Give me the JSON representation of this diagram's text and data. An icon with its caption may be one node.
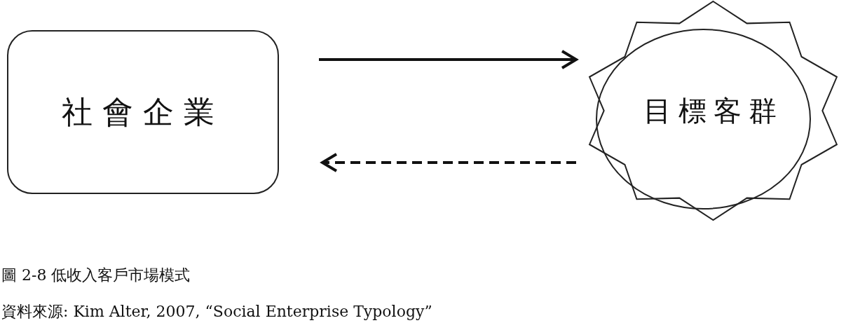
{
  "diagram": {
    "caption": "圖 2-8 低收入客戶市場模式",
    "nodes": [
      {
        "text": [
          "社會企業"
        ]
      },
      {
        "text": [
          "目標客群"
        ]
      }
    ],
    "edges": [
      {
        "from": 0,
        "to": 1,
        "arrow": "to"
      },
      {
        "from": 1,
        "to": 0,
        "arrow": "to",
        "style": "dashed"
      }
    ],
    "labels": [
      "資料來源: Kim Alter, 2007, “Social Enterprise Typology”"
    ]
  }
}
